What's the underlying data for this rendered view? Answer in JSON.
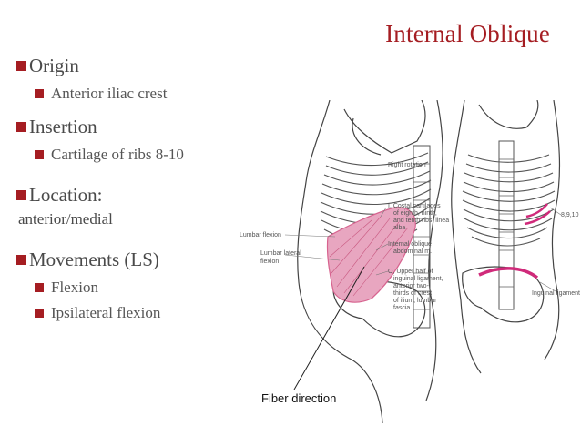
{
  "slide": {
    "title": "Internal Oblique",
    "bullets": [
      {
        "label": "Origin",
        "subs": [
          "Anterior iliac crest"
        ]
      },
      {
        "label": "Insertion",
        "subs": [
          "Cartilage of ribs 8-10"
        ]
      },
      {
        "label": "Location:",
        "continuation": "anterior/medial"
      },
      {
        "label": "Movements (LS)",
        "subs": [
          "Flexion",
          "Ipsilateral flexion"
        ]
      }
    ],
    "caption": "Fiber direction"
  },
  "figure": {
    "left_labels": {
      "lumbar_flexion": "Lumbar flexion",
      "lumbar_lateral_1": "Lumbar lateral",
      "lumbar_lateral_2": "flexion"
    },
    "top_label": "Right rotation",
    "insertion_lines": [
      "I, Costal cartilages",
      "of eighth, ninth,",
      "and tenth ribs, linea",
      "alba"
    ],
    "muscle_lines": [
      "Internal oblique",
      "abdominal m."
    ],
    "origin_lines": [
      "O, Upper half of",
      "inguinal ligament,",
      "anterior two-",
      "thirds of crest",
      "of ilium, lumbar",
      "fascia"
    ],
    "ribs_label": "8,9,10",
    "ligament_label": "Inguinal ligament"
  },
  "colors": {
    "accent": "#a51d22",
    "muscle": "#e8a6c0",
    "highlight": "#d02a7a"
  }
}
